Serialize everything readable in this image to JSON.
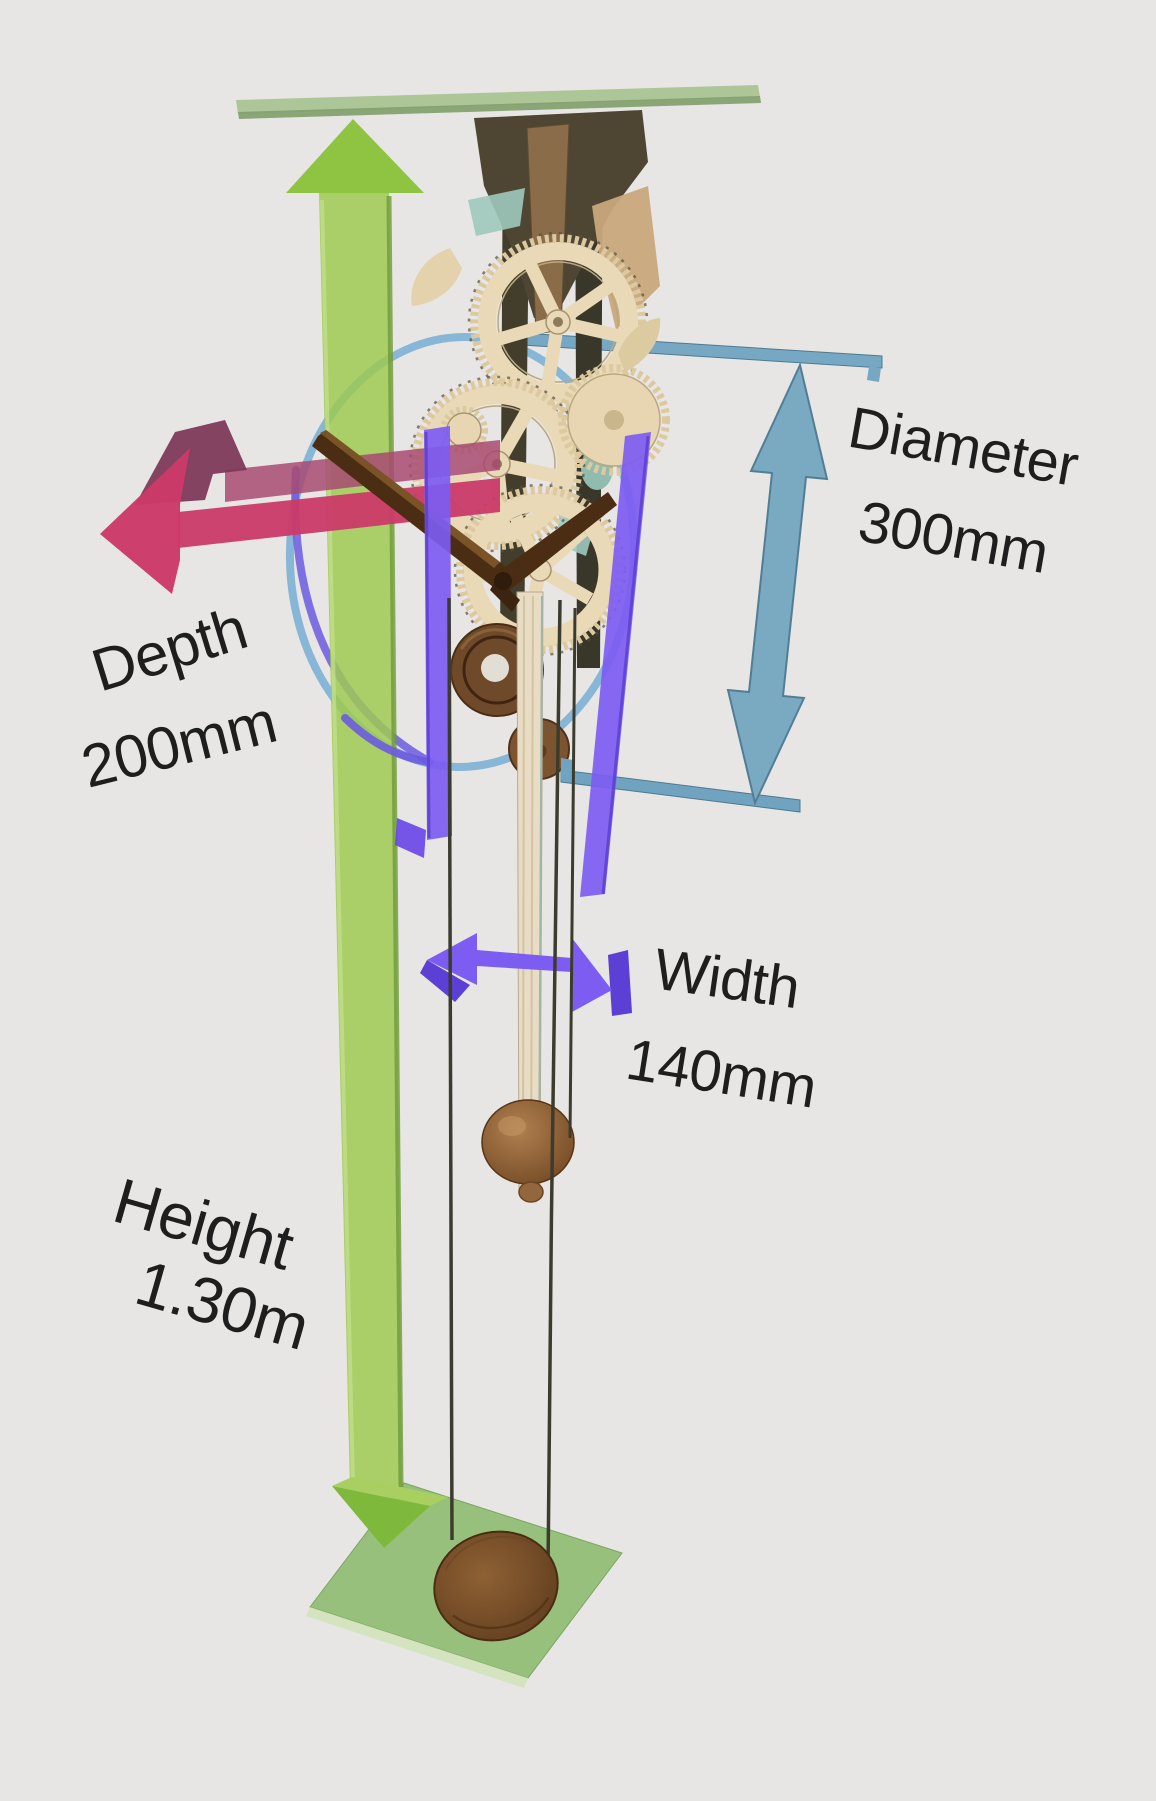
{
  "measurements": [
    {
      "name": "Diameter",
      "value": "300mm",
      "color": "#7aa9c2"
    },
    {
      "name": "Depth",
      "value": "200mm",
      "color": "#cb3a68"
    },
    {
      "name": "Width",
      "value": "140mm",
      "color": "#7d5cf2"
    },
    {
      "name": "Height",
      "value": "1.30m",
      "color": "#9fc952"
    }
  ],
  "colors": {
    "background": "#e7e6e4",
    "face_ring": "#83b3d6",
    "face_ring_shadow": "#6b5be0",
    "top_plate": "#a9c492",
    "base_plate": "#8cbb6e",
    "wood_light": "#e9d9b7",
    "wood_dark": "#4e4633",
    "wood_brown": "#6f4a2a",
    "cord": "#3c3c2e",
    "text": "#1e1e1e"
  }
}
